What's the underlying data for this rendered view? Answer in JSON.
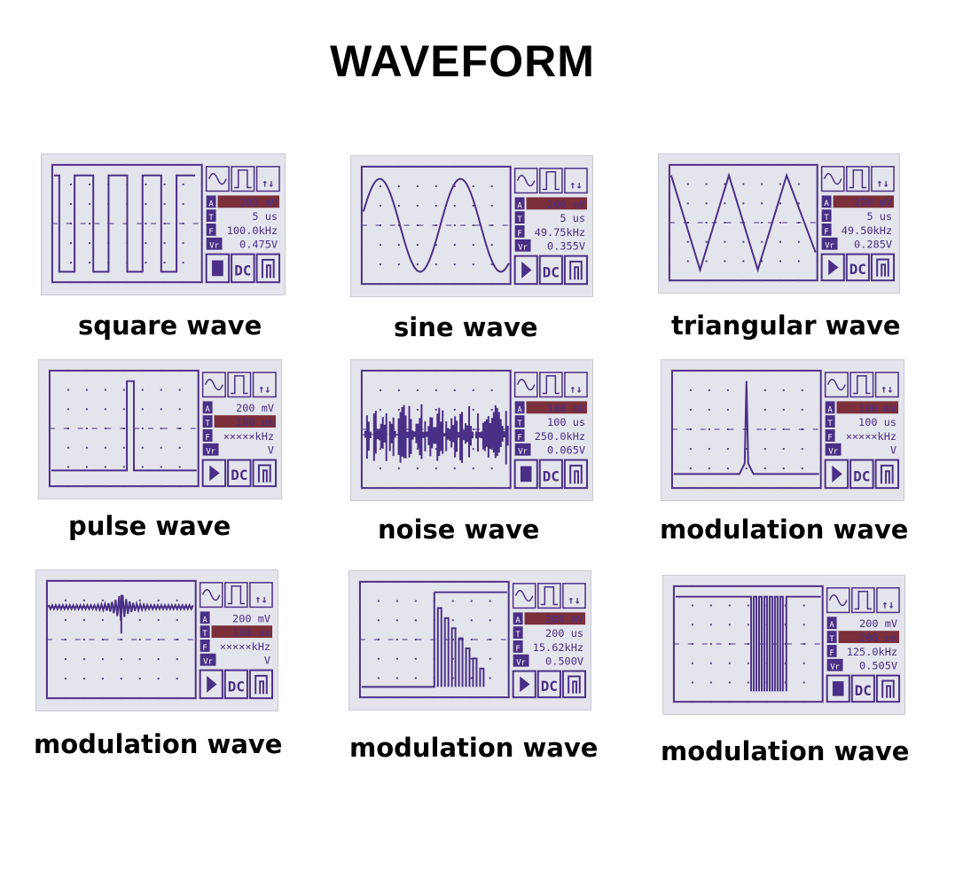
{
  "title": "WAVEFORM",
  "panels": [
    {
      "caption": "square wave",
      "wave": "square",
      "readout": {
        "amp": "200 mV",
        "time": "5 us",
        "freq": "100.0kHz",
        "vr": "0.475V"
      },
      "hl": "amp",
      "run": "stop"
    },
    {
      "caption": "sine wave",
      "wave": "sine",
      "readout": {
        "amp": "200 mV",
        "time": "5 us",
        "freq": "49.75kHz",
        "vr": "0.355V"
      },
      "hl": "amp",
      "run": "play"
    },
    {
      "caption": "triangular wave",
      "wave": "triangle",
      "readout": {
        "amp": "200 mV",
        "time": "5 us",
        "freq": "49.50kHz",
        "vr": "0.285V"
      },
      "hl": "amp",
      "run": "play"
    },
    {
      "caption": "pulse wave",
      "wave": "pulse",
      "readout": {
        "amp": "200 mV",
        "time": "100 us",
        "freq": "×××××kHz",
        "vr": "V"
      },
      "hl": "time",
      "run": "play"
    },
    {
      "caption": "noise wave",
      "wave": "noise",
      "readout": {
        "amp": "100 mV",
        "time": "100 us",
        "freq": "250.0kHz",
        "vr": "0.065V"
      },
      "hl": "amp",
      "run": "stop"
    },
    {
      "caption": "modulation wave",
      "wave": "spike",
      "readout": {
        "amp": "100 mV",
        "time": "100 us",
        "freq": "×××××kHz",
        "vr": "V"
      },
      "hl": "amp",
      "run": "play"
    },
    {
      "caption": "modulation wave",
      "wave": "ring",
      "readout": {
        "amp": "200 mV",
        "time": "100 us",
        "freq": "×××××kHz",
        "vr": "V"
      },
      "hl": "time",
      "run": "play"
    },
    {
      "caption": "modulation wave",
      "wave": "decay",
      "readout": {
        "amp": "200 mV",
        "time": "200 us",
        "freq": "15.62kHz",
        "vr": "0.500V"
      },
      "hl": "amp",
      "run": "play"
    },
    {
      "caption": "modulation wave",
      "wave": "burst",
      "readout": {
        "amp": "200 mV",
        "time": "200 us",
        "freq": "125.0kHz",
        "vr": "0.505V"
      },
      "hl": "time",
      "run": "stop"
    }
  ],
  "icons": {
    "wave_sel": "sine-wave-icon",
    "mode": "square-pulse-icon",
    "trigger": "up-down-arrows-icon",
    "coupling": "DC",
    "hold": "hold-icon"
  },
  "colors": {
    "lcd_bg": "#e4e4ec",
    "lcd_ink": "#4a2f86",
    "highlight": "#7a2f3a"
  }
}
